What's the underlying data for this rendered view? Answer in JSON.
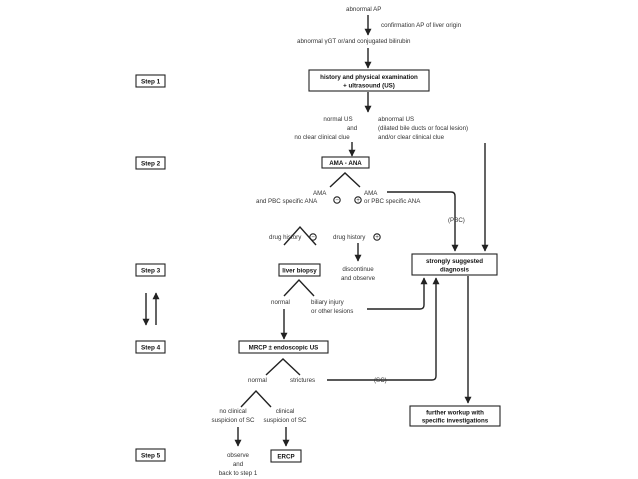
{
  "header": {
    "line1": "abnormal AP",
    "line2": "confirmation AP of liver origin",
    "line3": "abnormal γGT or/and conjugated bilirubin"
  },
  "steps": [
    "Step 1",
    "Step 2",
    "Step 3",
    "Step 4",
    "Step 5"
  ],
  "boxes": {
    "history": [
      "history and physical examination",
      "+ ultrasound (US)"
    ],
    "ama": "AMA - ANA",
    "liver_biopsy": "liver biopsy",
    "mrcp": "MRCP ± endoscopic US",
    "ercp": "ERCP",
    "strongly": [
      "strongly suggested",
      "diagnosis"
    ],
    "further": [
      "further workup with",
      "specific investigations"
    ]
  },
  "labels": {
    "normal_us": [
      "normal US",
      "and",
      "no clear clinical clue"
    ],
    "abnormal_us": [
      "abnormal US",
      "(dilated bile ducts or focal lesion)",
      "and/or clear clinical clue"
    ],
    "ama_neg": [
      "AMA",
      "and PBC specific ANA"
    ],
    "ama_pos": [
      "AMA",
      "or PBC specific ANA"
    ],
    "pbc": "(PBC)",
    "drug_neg": "drug history",
    "drug_pos": "drug history",
    "discontinue": [
      "discontinue",
      "and observe"
    ],
    "normal_biopsy": "normal",
    "biliary_injury": [
      "biliary injury",
      "or other lesions"
    ],
    "normal_mrcp": "normal",
    "strictures": "strictures",
    "sc": "(SC)",
    "no_clinical": [
      "no clinical",
      "suspicion of SC"
    ],
    "clinical": [
      "clinical",
      "suspicion of SC"
    ],
    "observe": [
      "observe",
      "and",
      "back to step 1"
    ]
  },
  "symbols": {
    "negative": "−",
    "positive": "+"
  }
}
